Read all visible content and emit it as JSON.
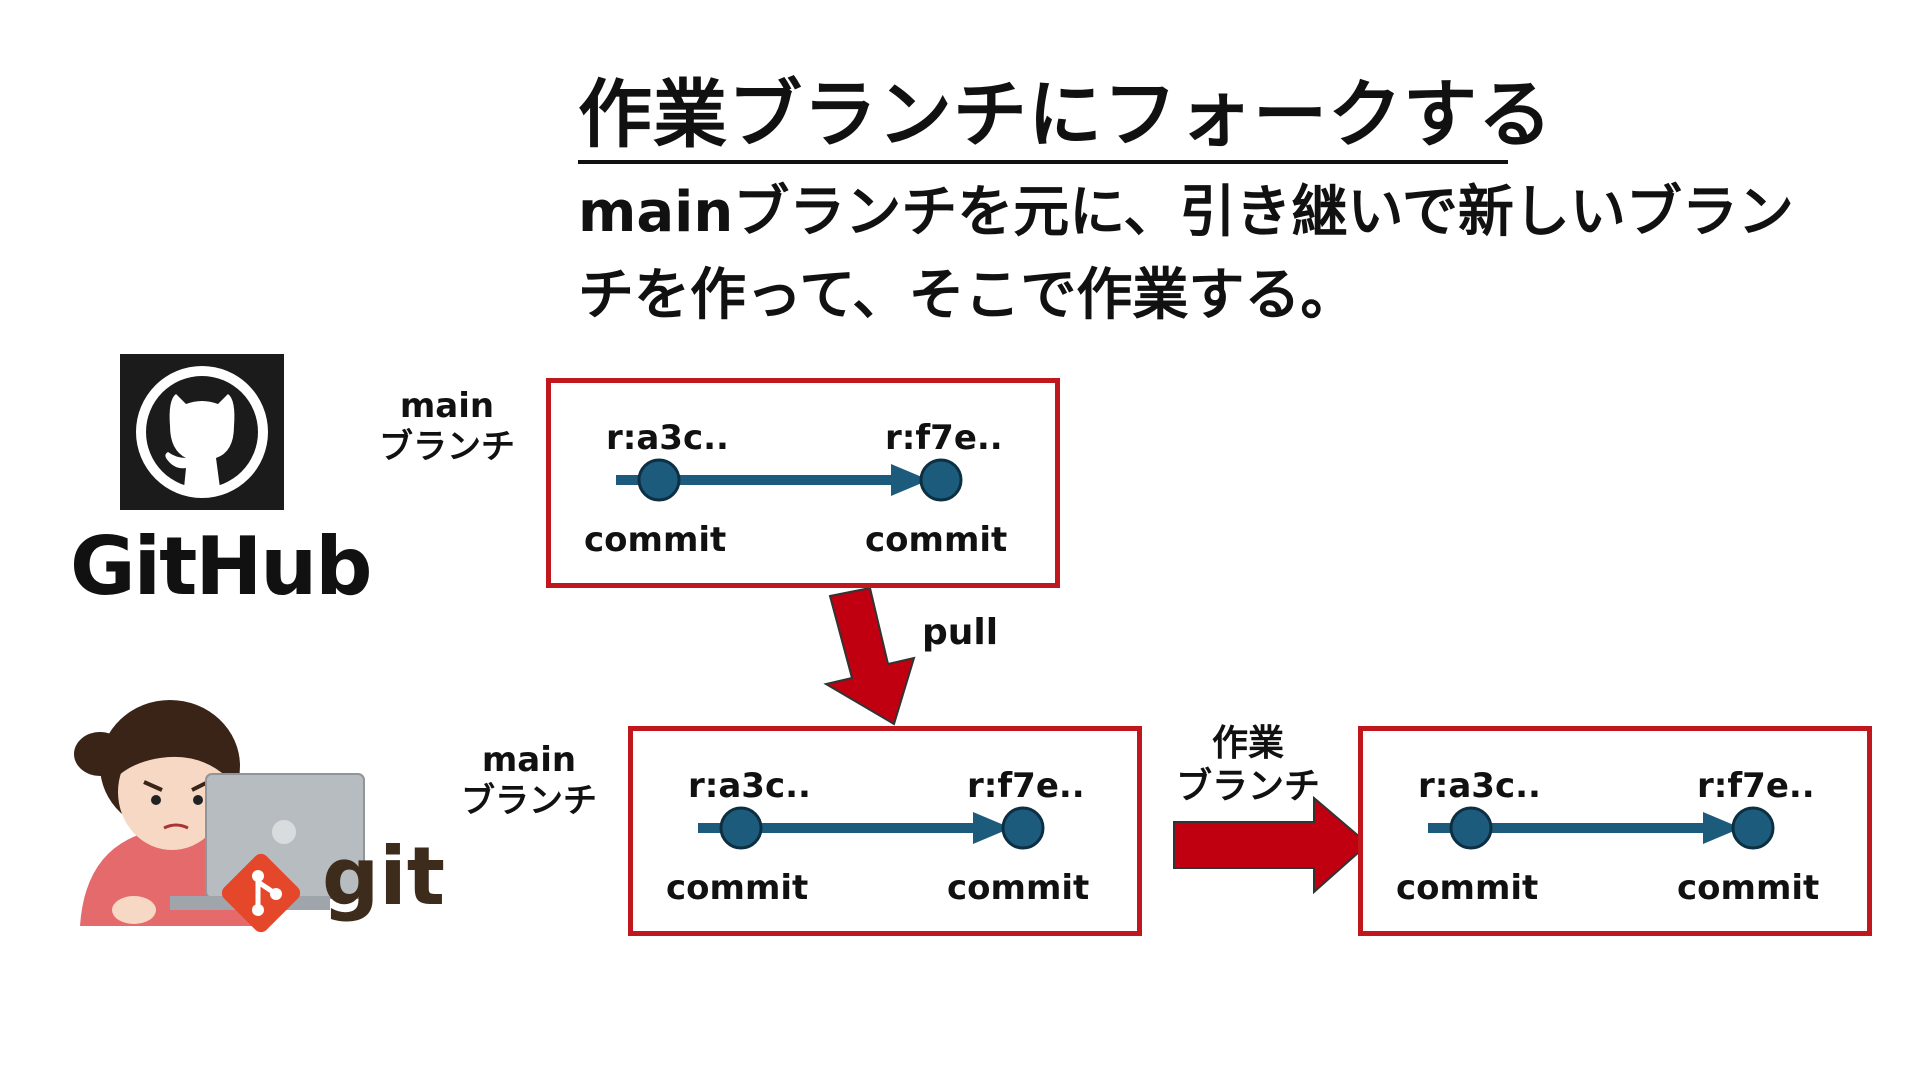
{
  "title": "作業ブランチにフォークする",
  "description": {
    "line1": "mainブランチを元に、引き継いで新しいブラン",
    "line2": "チを作って、そこで作業する。"
  },
  "github": {
    "logo_text": "GitHub",
    "icon": "github-octocat-icon"
  },
  "git": {
    "logo_text": "git",
    "icon": "git-diamond-icon",
    "user": "person-at-laptop"
  },
  "remote_main": {
    "label_line1": "main",
    "label_line2": "ブランチ",
    "commits": [
      {
        "rev": "r:a3c..",
        "label": "commit"
      },
      {
        "rev": "r:f7e..",
        "label": "commit"
      }
    ]
  },
  "pull": {
    "label": "pull"
  },
  "local_main": {
    "label_line1": "main",
    "label_line2": "ブランチ",
    "commits": [
      {
        "rev": "r:a3c..",
        "label": "commit"
      },
      {
        "rev": "r:f7e..",
        "label": "commit"
      }
    ]
  },
  "work_branch": {
    "label_line1": "作業",
    "label_line2": "ブランチ",
    "commits": [
      {
        "rev": "r:a3c..",
        "label": "commit"
      },
      {
        "rev": "r:f7e..",
        "label": "commit"
      }
    ]
  },
  "colors": {
    "frame": "#c0161e",
    "arrow_fill": "#c00010",
    "timeline": "#1d5b7c",
    "commit_node": "#1d5b7c"
  }
}
